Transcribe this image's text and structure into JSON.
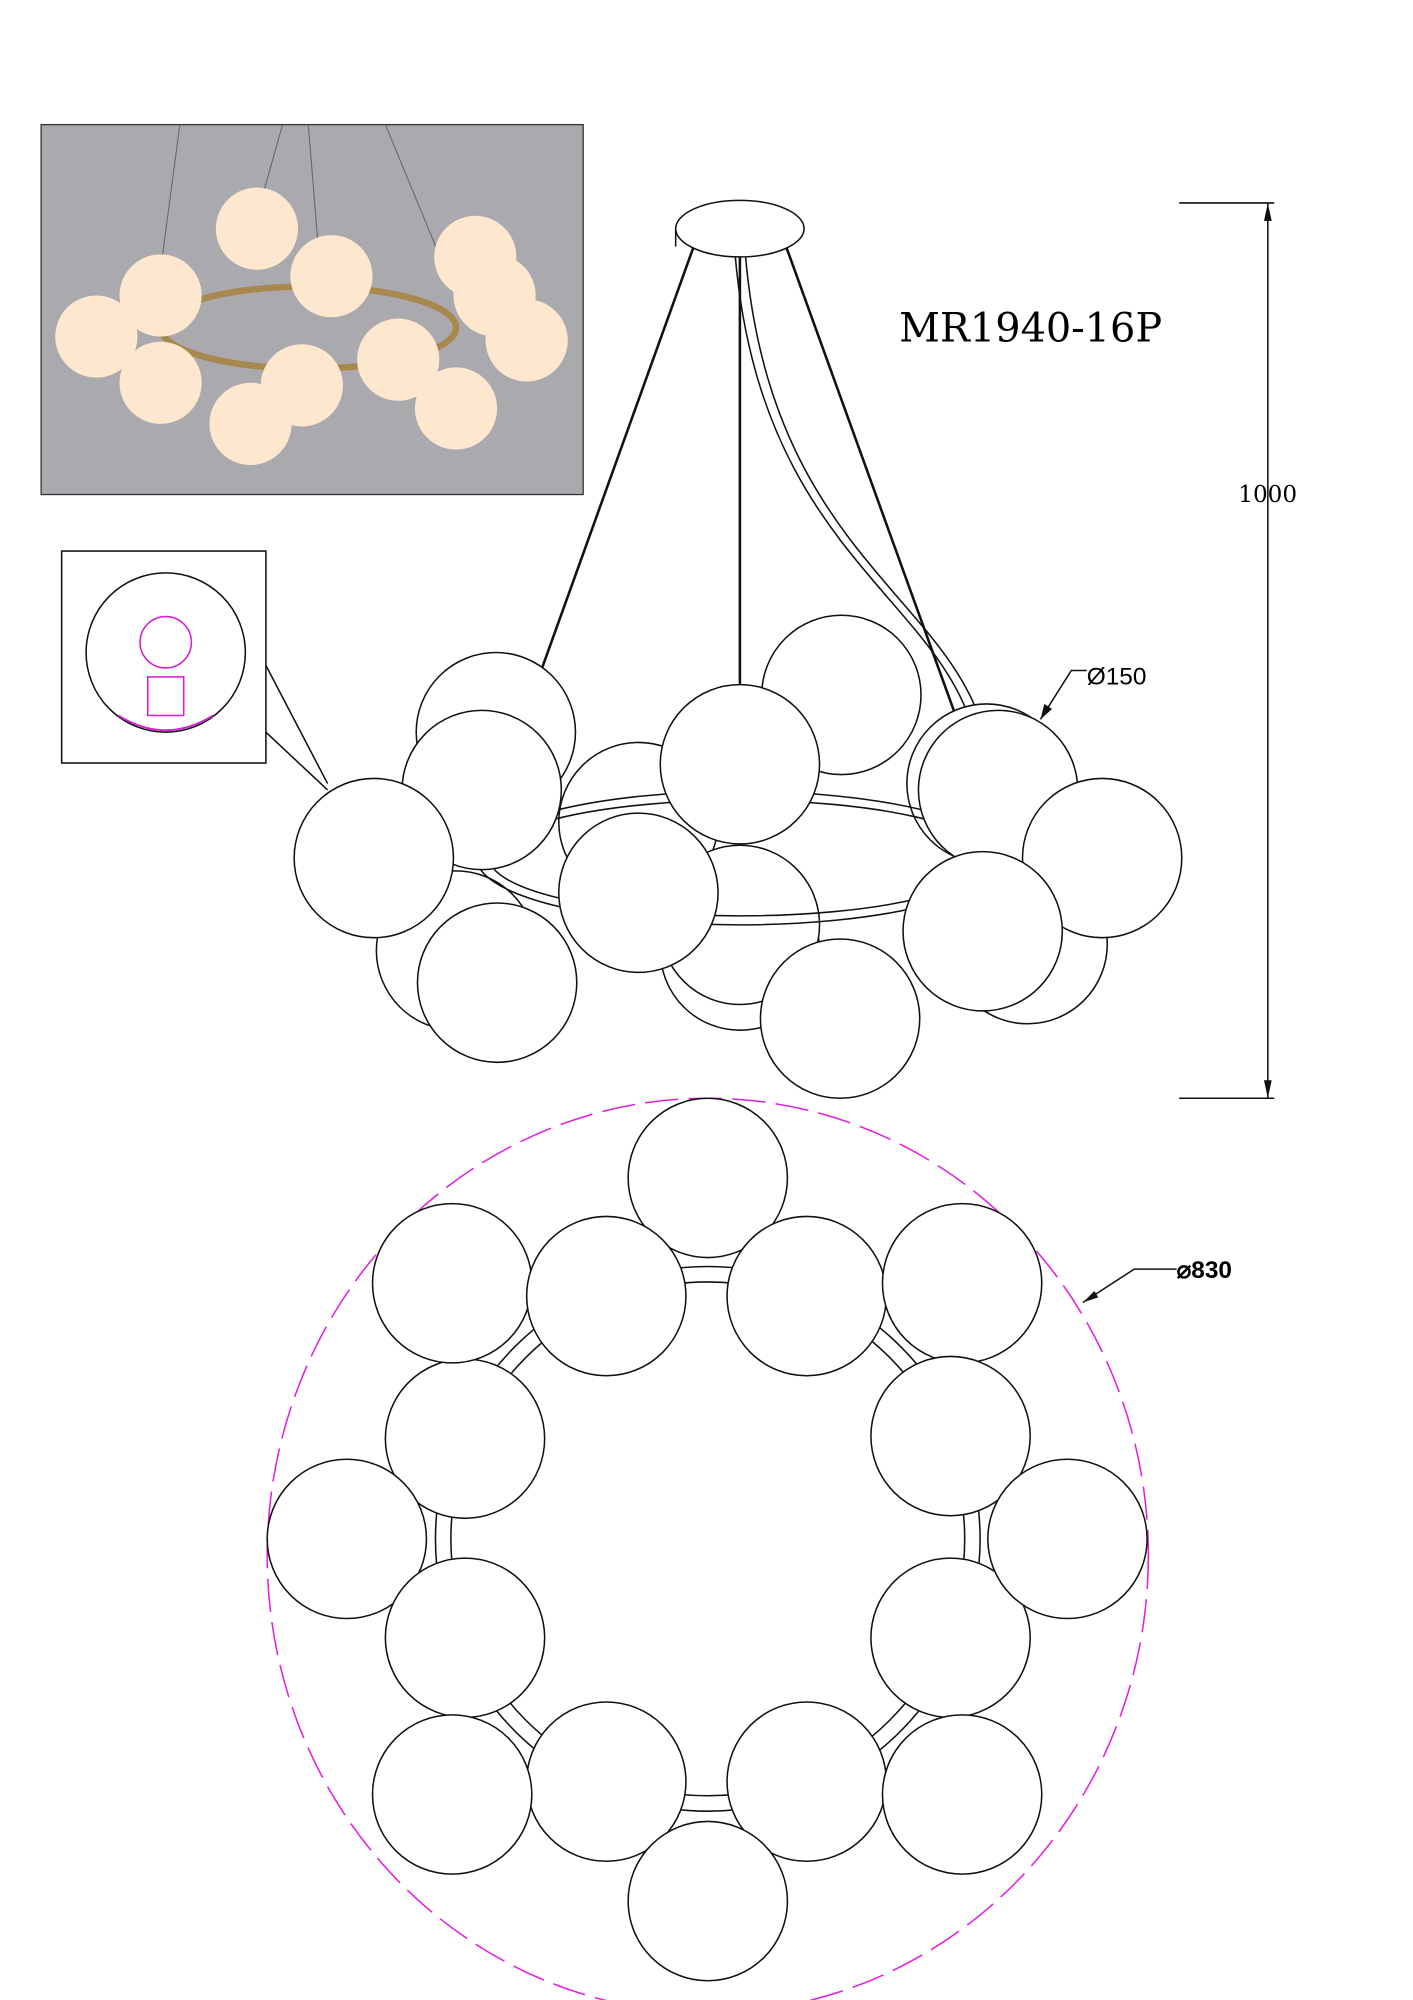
{
  "drawing": {
    "model": "MR1940-16P",
    "height_dim": "1000",
    "globe_dim": "Ø150",
    "diameter_dim": "⌀830",
    "colors": {
      "line": "#111111",
      "accent": "#e020e0",
      "photo_bg": "#a9a9ad",
      "globe": "#fde7cf",
      "brass": "#a8884e"
    }
  }
}
